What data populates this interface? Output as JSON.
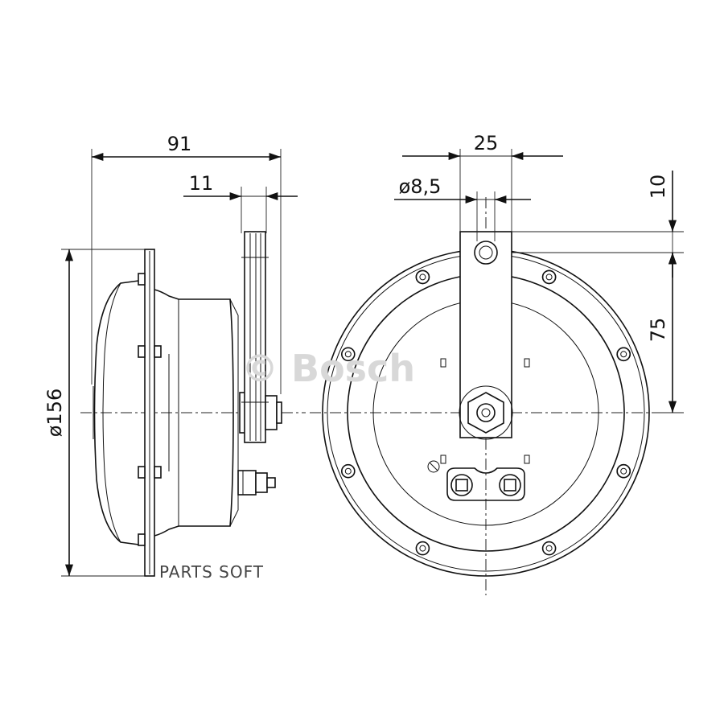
{
  "dimensions": {
    "overall_depth": "91",
    "bracket_depth": "11",
    "diameter": "ø156",
    "bracket_width": "25",
    "hole_diameter": "ø8,5",
    "hole_offset": "10",
    "bracket_to_center": "75"
  },
  "watermarks": {
    "brand": "© Bosch",
    "parts": "PARTS SOFT"
  }
}
